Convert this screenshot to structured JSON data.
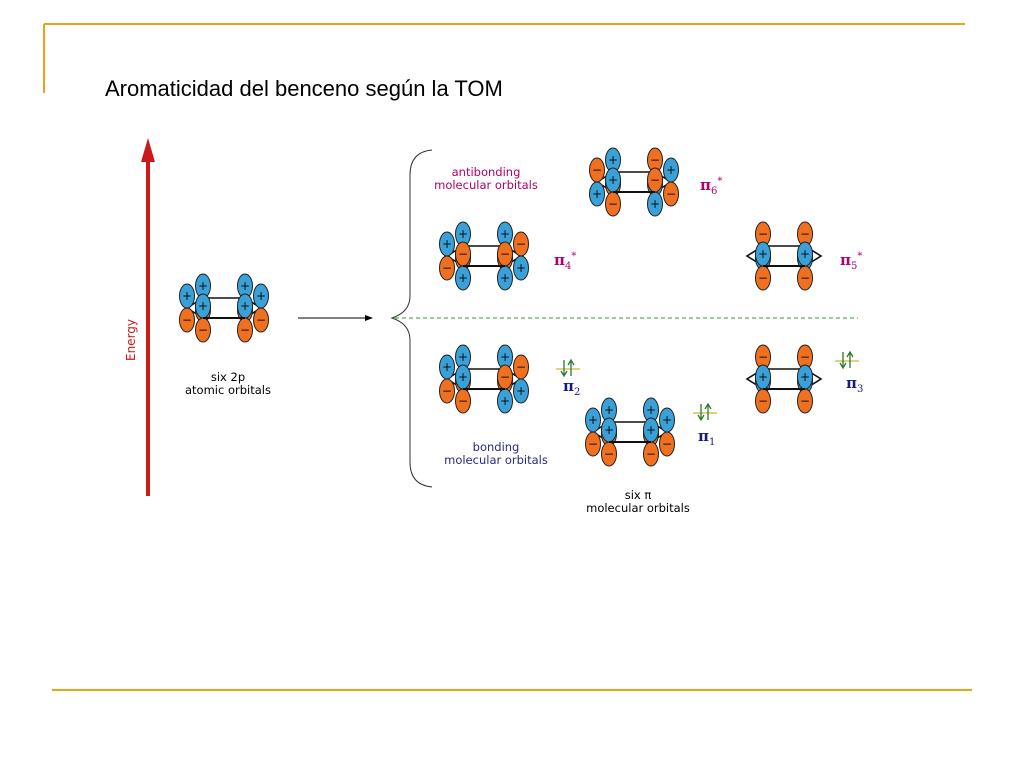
{
  "slide": {
    "title": "Aromaticidad del benceno según la TOM",
    "accent_color": "#e8a317"
  },
  "diagram": {
    "energy_label": "Energy",
    "atomic_label_line1": "six 2p",
    "atomic_label_line2": "atomic orbitals",
    "antibonding_line1": "antibonding",
    "antibonding_line2": "molecular orbitals",
    "bonding_line1": "bonding",
    "bonding_line2": "molecular orbitals",
    "mo_line1": "six π",
    "mo_line2": "molecular orbitals",
    "orbitals": [
      {
        "symbol": "π",
        "index": "6",
        "star": "*",
        "kind": "antibonding"
      },
      {
        "symbol": "π",
        "index": "4",
        "star": "*",
        "kind": "antibonding"
      },
      {
        "symbol": "π",
        "index": "5",
        "star": "*",
        "kind": "antibonding"
      },
      {
        "symbol": "π",
        "index": "2",
        "star": "",
        "kind": "bonding"
      },
      {
        "symbol": "π",
        "index": "3",
        "star": "",
        "kind": "bonding"
      },
      {
        "symbol": "π",
        "index": "1",
        "star": "",
        "kind": "bonding"
      }
    ],
    "colors": {
      "positive_lobe": "#3aa0d8",
      "negative_lobe": "#f07020",
      "energy_arrow": "#cc1a1a",
      "divider": "#3a9a3a"
    }
  }
}
